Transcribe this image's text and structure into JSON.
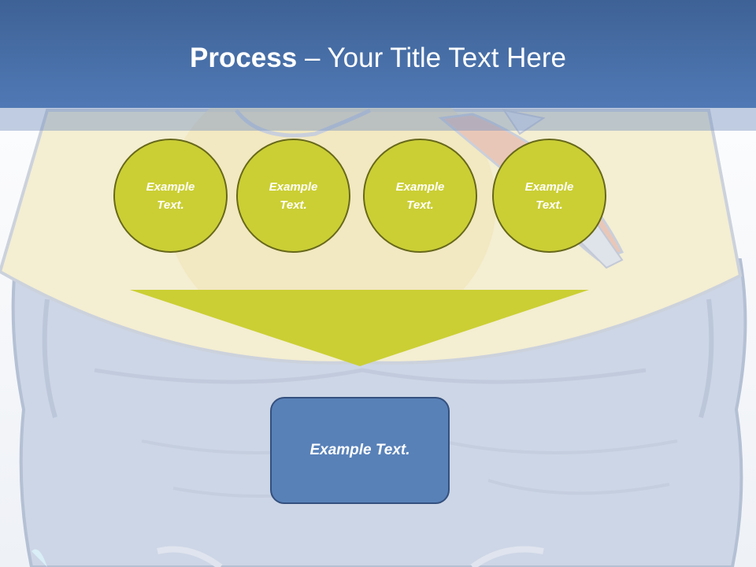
{
  "slide": {
    "title_bold": "Process",
    "title_rest": " – Your Title Text Here"
  },
  "steps": [
    {
      "label": "Example Text."
    },
    {
      "label": "Example Text."
    },
    {
      "label": "Example Text."
    },
    {
      "label": "Example Text."
    }
  ],
  "result": {
    "label": "Example Text."
  },
  "colors": {
    "title_bar": "#4a6fa8",
    "circle_fill": "#cbcf34",
    "circle_border": "#67681a",
    "arrow": "#cbcf34",
    "result_box": "#5881b8"
  }
}
